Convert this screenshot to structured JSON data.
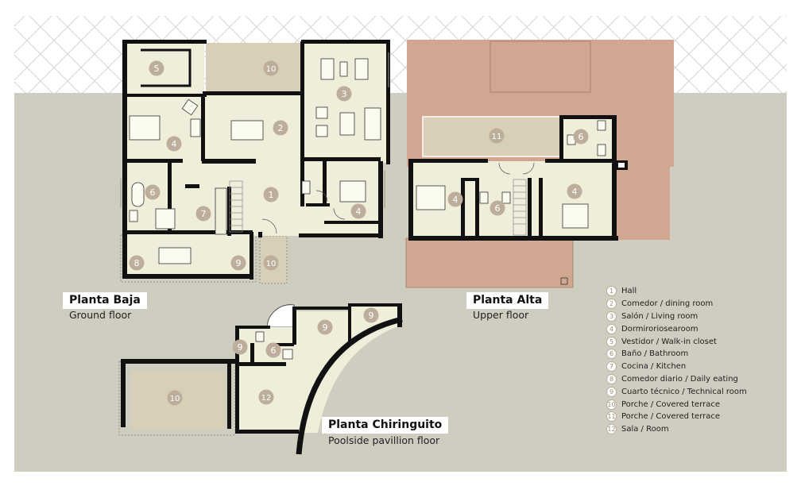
{
  "colors": {
    "ground": "#cfcdbf",
    "floor": "#eeeedb",
    "wall": "#111111",
    "terrace": "#d8cfb8",
    "roof": "#d1a792",
    "badge": "#bcae9b",
    "badge_text": "#ffffff",
    "pattern": "#d3d3d3"
  },
  "plans": {
    "ground": {
      "title": "Planta Baja",
      "subtitle": "Ground floor"
    },
    "upper": {
      "title": "Planta Alta",
      "subtitle": "Upper floor"
    },
    "pavilion": {
      "title": "Planta Chiringuito",
      "subtitle": "Poolside pavillion floor"
    }
  },
  "legend": [
    {
      "num": "1",
      "text": "Hall"
    },
    {
      "num": "2",
      "text": "Comedor / dining room"
    },
    {
      "num": "3",
      "text": "Salón / Living room"
    },
    {
      "num": "4",
      "text": "Dormiroriosearoom"
    },
    {
      "num": "5",
      "text": "Vestidor / Walk-in closet"
    },
    {
      "num": "6",
      "text": "Baño / Bathroom"
    },
    {
      "num": "7",
      "text": "Cocina / Kitchen"
    },
    {
      "num": "8",
      "text": "Comedor diario / Daily eating"
    },
    {
      "num": "9",
      "text": "Cuarto técnico / Technical room"
    },
    {
      "num": "10",
      "text": "Porche / Covered terrace"
    },
    {
      "num": "11",
      "text": "Porche / Covered terrace"
    },
    {
      "num": "12",
      "text": "Sala / Room"
    }
  ],
  "room_labels": [
    {
      "plan": "ground",
      "num": "1"
    },
    {
      "plan": "ground",
      "num": "2"
    },
    {
      "plan": "ground",
      "num": "3"
    },
    {
      "plan": "ground",
      "num": "4"
    },
    {
      "plan": "ground",
      "num": "4"
    },
    {
      "plan": "ground",
      "num": "5"
    },
    {
      "plan": "ground",
      "num": "6"
    },
    {
      "plan": "ground",
      "num": "7"
    },
    {
      "plan": "ground",
      "num": "8"
    },
    {
      "plan": "ground",
      "num": "9"
    },
    {
      "plan": "ground",
      "num": "10"
    },
    {
      "plan": "ground",
      "num": "10"
    },
    {
      "plan": "upper",
      "num": "11"
    },
    {
      "plan": "upper",
      "num": "6"
    },
    {
      "plan": "upper",
      "num": "4"
    },
    {
      "plan": "upper",
      "num": "6"
    },
    {
      "plan": "upper",
      "num": "4"
    },
    {
      "plan": "pavilion",
      "num": "9"
    },
    {
      "plan": "pavilion",
      "num": "9"
    },
    {
      "plan": "pavilion",
      "num": "9"
    },
    {
      "plan": "pavilion",
      "num": "6"
    },
    {
      "plan": "pavilion",
      "num": "10"
    },
    {
      "plan": "pavilion",
      "num": "12"
    }
  ]
}
